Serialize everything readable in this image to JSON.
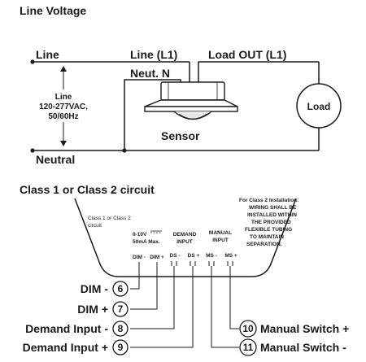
{
  "line_voltage": {
    "title": "Line Voltage",
    "line": "Line",
    "line_l1": "Line (L1)",
    "load_out": "Load OUT (L1)",
    "neut_n": "Neut. N",
    "supply_1": "Line",
    "supply_2": "120-277VAC,",
    "supply_3": "50/60Hz",
    "load": "Load",
    "sensor": "Sensor",
    "neutral": "Neutral"
  },
  "class_circuit": {
    "title": "Class 1 or Class 2 circuit",
    "circuit_note_1": "Class 1 or Class 2",
    "circuit_note_2": "circuit",
    "install_note": [
      "For Class 2 Installation:",
      "WIRING SHALL BE",
      "INSTALLED WITHIN",
      "THE PROVIDED",
      "FLEXIBLE TUBING",
      "TO MAINTAIN",
      "SEPARATION."
    ],
    "dim_range_1": "0-10V",
    "dim_range_2": "50mA Max.",
    "demand_input_1": "DEMAND",
    "demand_input_2": "INPUT",
    "manual_input_1": "MANUAL",
    "manual_input_2": "INPUT",
    "terminal_dim_minus": "DIM -",
    "terminal_dim_plus": "DIM +",
    "terminal_ds_minus": "DS -",
    "terminal_ds_plus": "DS +",
    "terminal_ms_minus": "MS -",
    "terminal_ms_plus": "MS +",
    "wires": [
      {
        "label": "DIM -",
        "number": "6"
      },
      {
        "label": "DIM +",
        "number": "7"
      },
      {
        "label": "Demand Input -",
        "number": "8"
      },
      {
        "label": "Demand Input +",
        "number": "9"
      },
      {
        "label": "Manual Switch +",
        "number": "10"
      },
      {
        "label": "Manual Switch -",
        "number": "11"
      }
    ]
  }
}
